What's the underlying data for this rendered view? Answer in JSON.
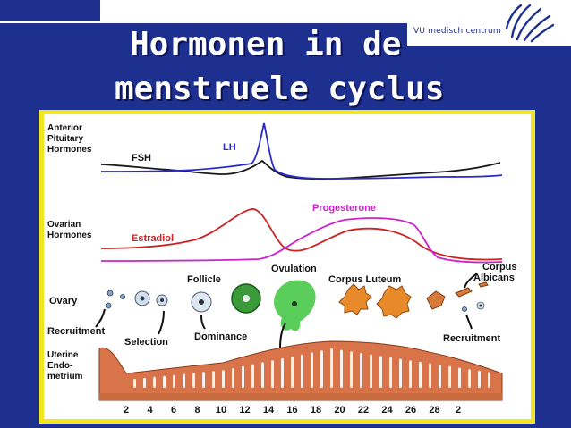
{
  "title": {
    "line1": "Hormonen in de",
    "line2": "menstruele cyclus"
  },
  "brand": {
    "text": "VU medisch centrum",
    "icon": "vumc-logo-icon"
  },
  "colors": {
    "background": "#1d2f8f",
    "panel_border": "#f2e61f",
    "fsh": "#1a1a1a",
    "lh": "#2a2acc",
    "estradiol": "#cc2222",
    "progesterone": "#cc22cc",
    "endometrium": "#d9744a"
  },
  "diagram": {
    "pituitary_label": [
      "Anterior",
      "Pituitary",
      "Hormones"
    ],
    "fsh": "FSH",
    "lh": "LH",
    "ovarian_label": [
      "Ovarian",
      "Hormones"
    ],
    "estradiol": "Estradiol",
    "progesterone": "Progesterone",
    "ovulation": "Ovulation",
    "follicle": "Follicle",
    "corpus_luteum": "Corpus Luteum",
    "corpus_albicans": [
      "Corpus",
      "Albicans"
    ],
    "ovary": "Ovary",
    "recruitment_left": "Recruitment",
    "selection": "Selection",
    "dominance": "Dominance",
    "recruitment_right": "Recruitment",
    "uterine_label": [
      "Uterine",
      "Endo-",
      "metrium"
    ],
    "days": [
      "2",
      "4",
      "6",
      "8",
      "10",
      "12",
      "14",
      "16",
      "18",
      "20",
      "22",
      "24",
      "26",
      "28",
      "2"
    ]
  }
}
